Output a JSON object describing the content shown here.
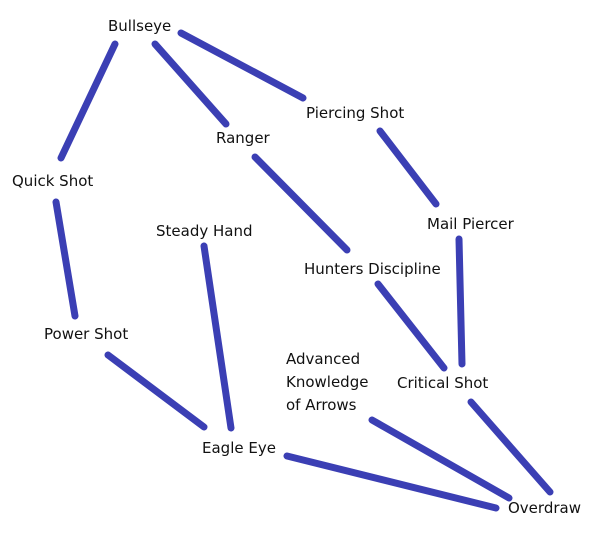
{
  "style": {
    "edge_color": "#3b3fb4",
    "text_color": "#111111",
    "background": "#ffffff"
  },
  "nodes": {
    "bullseye": "Bullseye",
    "piercing_shot": "Piercing Shot",
    "ranger": "Ranger",
    "quick_shot": "Quick Shot",
    "steady_hand": "Steady Hand",
    "mail_piercer": "Mail Piercer",
    "hunters_discipline": "Hunters Discipline",
    "power_shot": "Power Shot",
    "advanced_knowledge": "Advanced\nKnowledge\nof Arrows",
    "critical_shot": "Critical Shot",
    "eagle_eye": "Eagle Eye",
    "overdraw": "Overdraw"
  },
  "edges": [
    {
      "from": "bullseye",
      "to": "quick_shot"
    },
    {
      "from": "bullseye",
      "to": "ranger"
    },
    {
      "from": "bullseye",
      "to": "piercing_shot"
    },
    {
      "from": "piercing_shot",
      "to": "mail_piercer"
    },
    {
      "from": "ranger",
      "to": "hunters_discipline"
    },
    {
      "from": "quick_shot",
      "to": "power_shot"
    },
    {
      "from": "steady_hand",
      "to": "eagle_eye"
    },
    {
      "from": "mail_piercer",
      "to": "critical_shot"
    },
    {
      "from": "hunters_discipline",
      "to": "critical_shot"
    },
    {
      "from": "power_shot",
      "to": "eagle_eye"
    },
    {
      "from": "critical_shot",
      "to": "overdraw"
    },
    {
      "from": "advanced_knowledge",
      "to": "overdraw"
    },
    {
      "from": "eagle_eye",
      "to": "overdraw"
    }
  ]
}
